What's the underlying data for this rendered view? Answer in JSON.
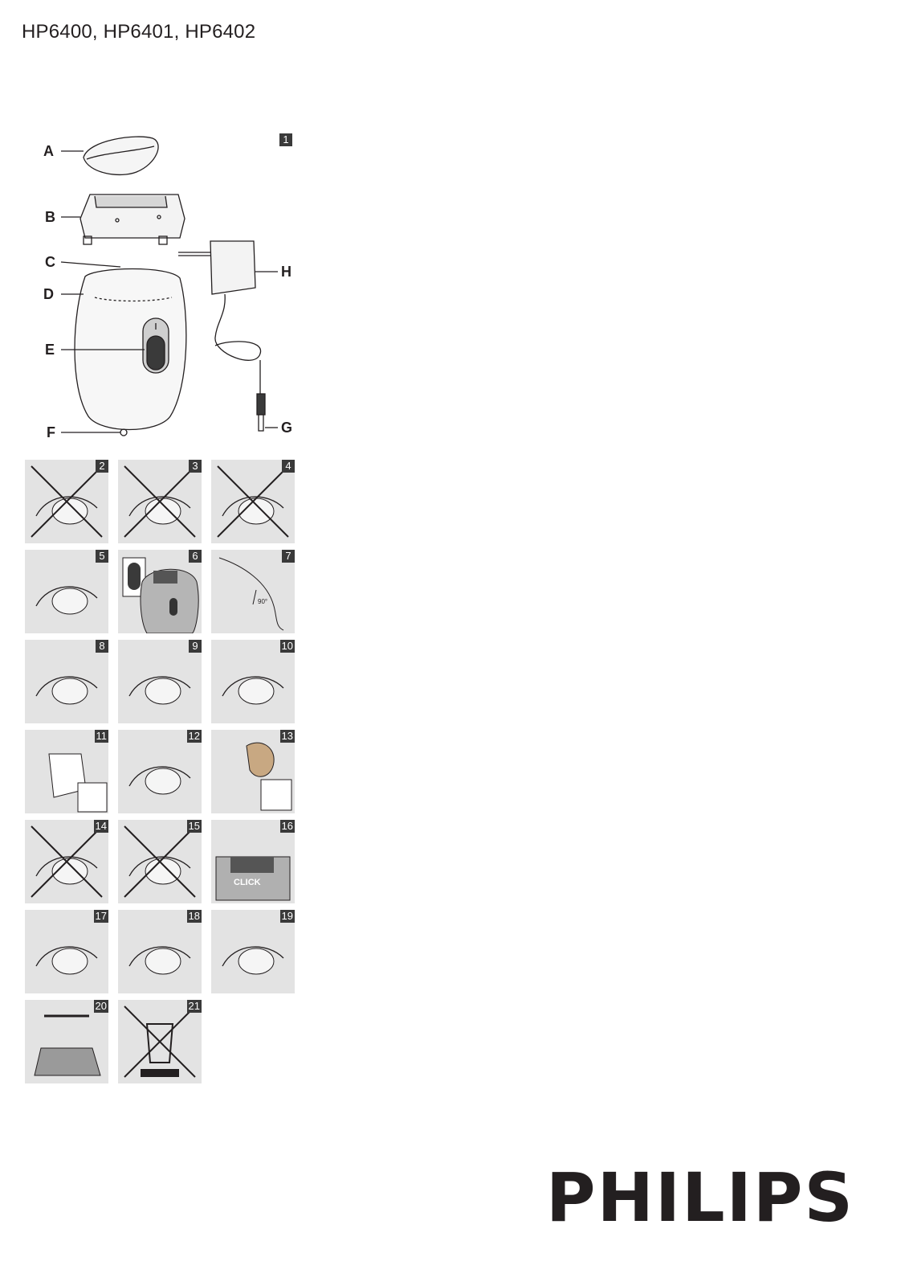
{
  "header": {
    "models": "HP6400, HP6401, HP6402"
  },
  "overview": {
    "figure": "1",
    "labels": {
      "a": "A",
      "b": "B",
      "c": "C",
      "d": "D",
      "e": "E",
      "f": "F",
      "g": "G",
      "h": "H"
    },
    "icons": [
      "cap-icon",
      "shaving-head-icon",
      "epilating-discs-icon",
      "appliance-body-icon",
      "switch-icon",
      "socket-icon",
      "plug-icon",
      "adapter-icon"
    ]
  },
  "figures": [
    {
      "n": "2",
      "icon": "no-skin-contact-icon",
      "crossed": true
    },
    {
      "n": "3",
      "icon": "no-bathroom-use-icon",
      "crossed": true
    },
    {
      "n": "4",
      "icon": "no-shower-use-icon",
      "crossed": true
    },
    {
      "n": "5",
      "icon": "insert-plug-icon",
      "crossed": false
    },
    {
      "n": "6",
      "icon": "switch-on-icon",
      "crossed": false
    },
    {
      "n": "7",
      "icon": "angle-90-icon",
      "crossed": false
    },
    {
      "n": "8",
      "icon": "direction-check-icon",
      "crossed": false
    },
    {
      "n": "9",
      "icon": "remove-head-icon",
      "crossed": false
    },
    {
      "n": "10",
      "icon": "attach-head-icon",
      "crossed": false
    },
    {
      "n": "11",
      "icon": "cleaning-icon",
      "crossed": false
    },
    {
      "n": "12",
      "icon": "bikini-area-icon",
      "crossed": false
    },
    {
      "n": "13",
      "icon": "underarm-icon",
      "crossed": false
    },
    {
      "n": "14",
      "icon": "no-contact-icon",
      "crossed": true
    },
    {
      "n": "15",
      "icon": "no-water-icon",
      "crossed": true
    },
    {
      "n": "16",
      "icon": "click-icon",
      "crossed": false
    },
    {
      "n": "17",
      "icon": "brush-clean-icon",
      "crossed": false
    },
    {
      "n": "18",
      "icon": "unplug-icon",
      "crossed": false
    },
    {
      "n": "19",
      "icon": "remove-shaving-head-icon",
      "crossed": false
    },
    {
      "n": "20",
      "icon": "brush-icon",
      "crossed": false
    },
    {
      "n": "21",
      "icon": "recycle-bin-crossed-icon",
      "crossed": true
    }
  ],
  "click_text": "CLICK",
  "angle_text": "90°",
  "brand": {
    "name": "PHILIPS"
  }
}
